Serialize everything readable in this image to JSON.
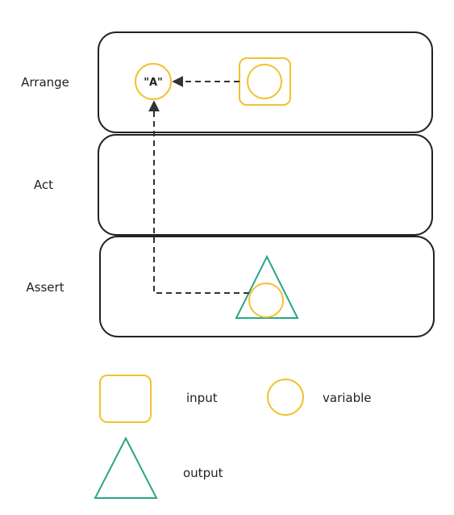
{
  "stages": {
    "arrange": "Arrange",
    "act": "Act",
    "assert": "Assert"
  },
  "variable_value": "\"A\"",
  "legend": {
    "input": "input",
    "variable": "variable",
    "output": "output"
  },
  "colors": {
    "input": "#F2C12E",
    "variable": "#F2C12E",
    "output": "#2BA58A",
    "outline": "#222222",
    "arrow": "#333333"
  }
}
